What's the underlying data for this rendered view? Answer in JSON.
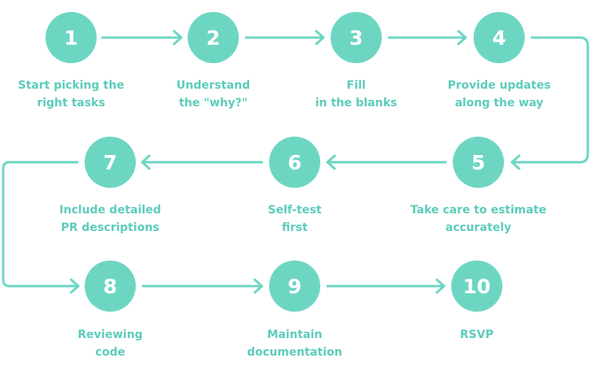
{
  "colors": {
    "accent": "#6dd6c3",
    "label": "#5cccbb",
    "number": "#ffffff"
  },
  "steps": [
    {
      "number": "1",
      "lines": [
        "Start picking the",
        "right tasks"
      ]
    },
    {
      "number": "2",
      "lines": [
        "Understand",
        "the \"why?\""
      ]
    },
    {
      "number": "3",
      "lines": [
        "Fill",
        "in the blanks"
      ]
    },
    {
      "number": "4",
      "lines": [
        "Provide updates",
        "along the way"
      ]
    },
    {
      "number": "5",
      "lines": [
        "Take care to estimate",
        "accurately"
      ]
    },
    {
      "number": "6",
      "lines": [
        "Self-test",
        "first"
      ]
    },
    {
      "number": "7",
      "lines": [
        "Include detailed",
        "PR descriptions"
      ]
    },
    {
      "number": "8",
      "lines": [
        "Reviewing",
        "code"
      ]
    },
    {
      "number": "9",
      "lines": [
        "Maintain",
        "documentation"
      ]
    },
    {
      "number": "10",
      "lines": [
        "RSVP"
      ]
    }
  ],
  "connectors": [
    {
      "from": "1",
      "to": "2"
    },
    {
      "from": "2",
      "to": "3"
    },
    {
      "from": "3",
      "to": "4"
    },
    {
      "from": "4",
      "to": "5"
    },
    {
      "from": "5",
      "to": "6"
    },
    {
      "from": "6",
      "to": "7"
    },
    {
      "from": "7",
      "to": "8"
    },
    {
      "from": "8",
      "to": "9"
    },
    {
      "from": "9",
      "to": "10"
    }
  ]
}
